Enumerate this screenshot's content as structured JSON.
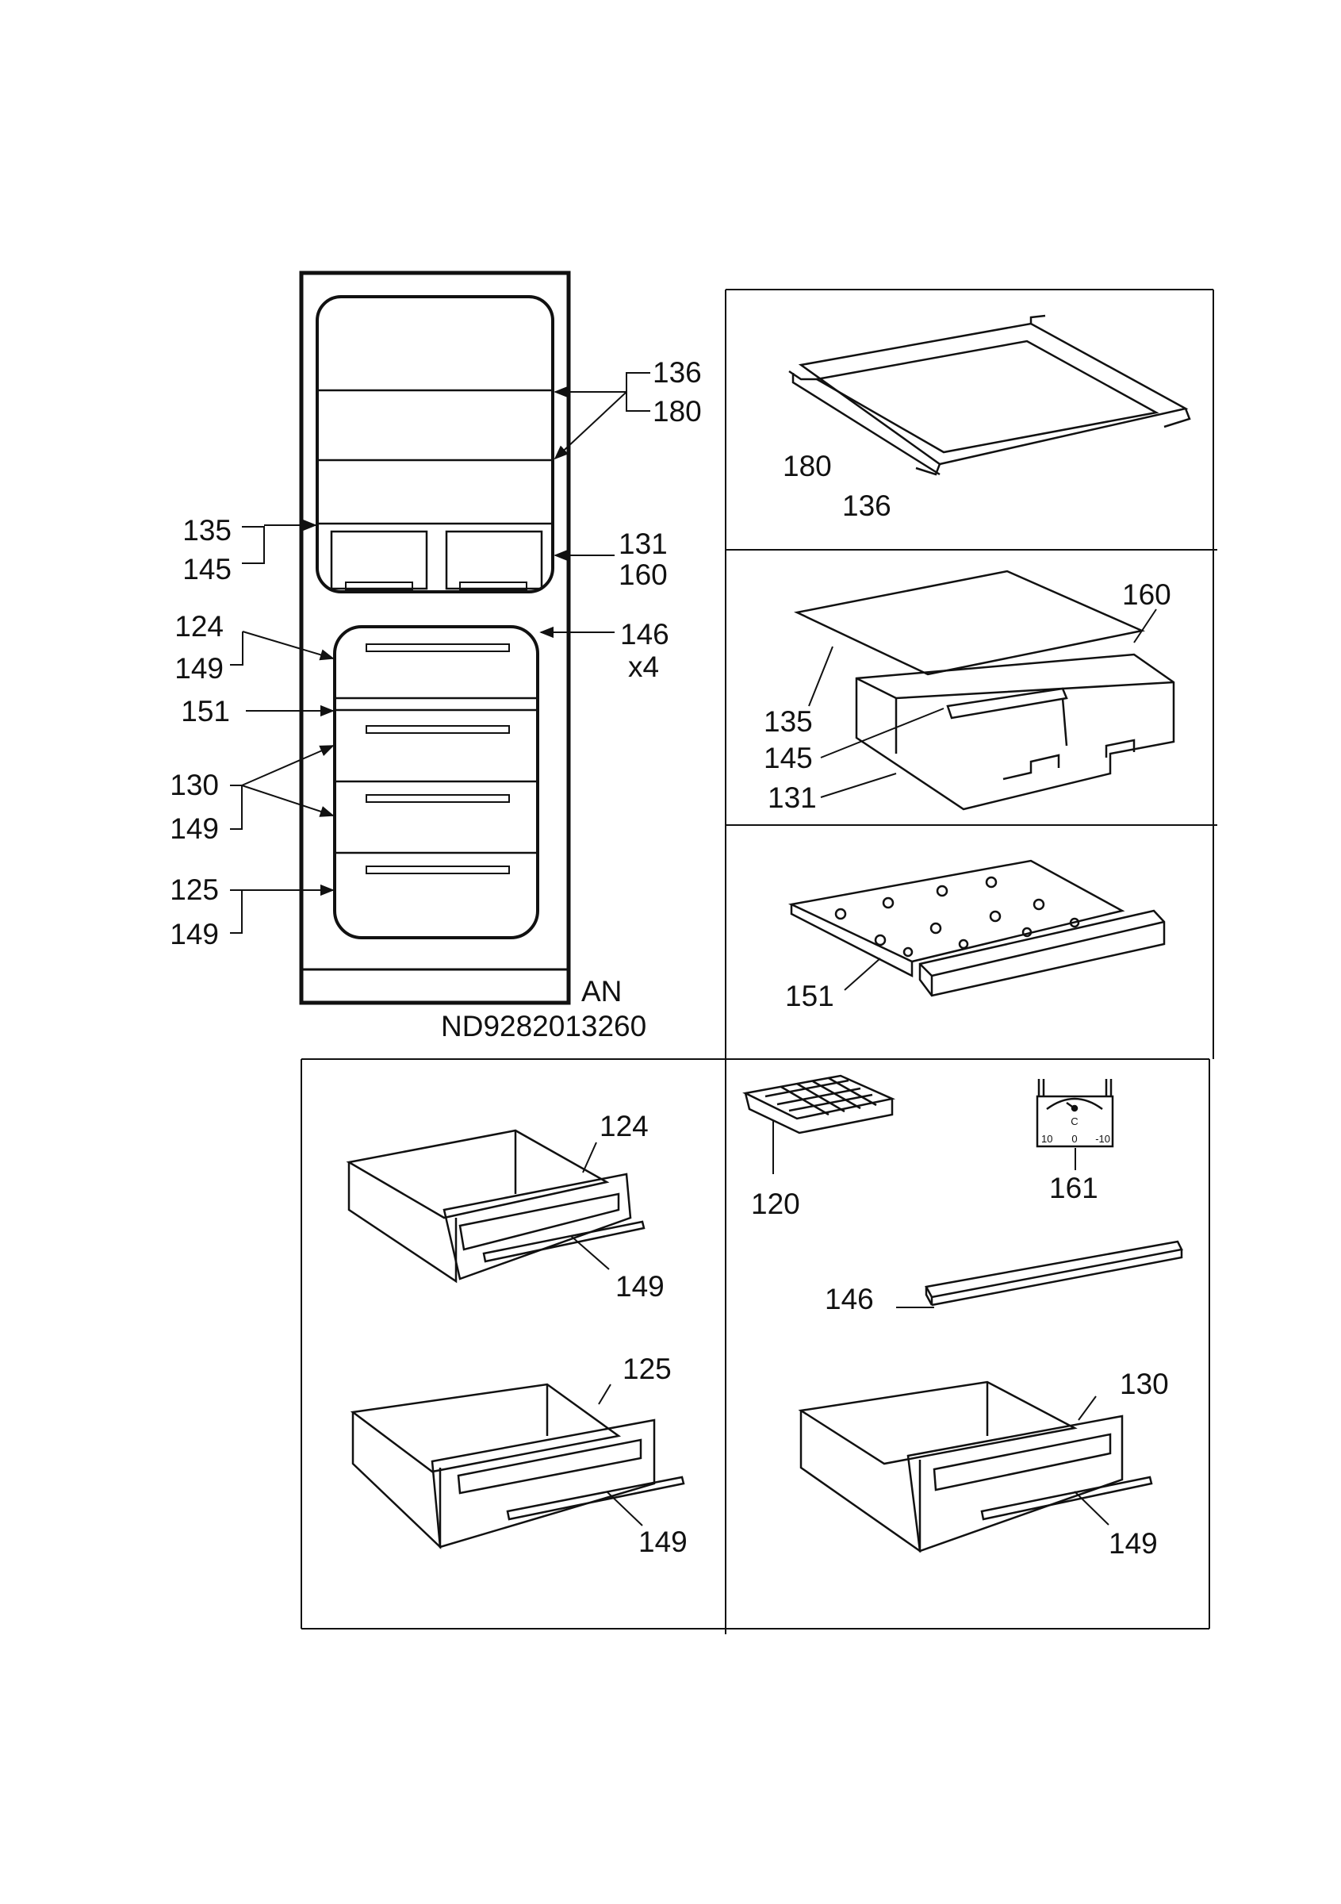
{
  "overview": {
    "model_code": "ND9282013260",
    "variant": "AN",
    "callouts": {
      "c136": "136",
      "c180": "180",
      "c135": "135",
      "c145": "145",
      "c131": "131",
      "c160": "160",
      "c124": "124",
      "c149a": "149",
      "c146": "146",
      "c146_qty": "x4",
      "c151": "151",
      "c130": "130",
      "c149b": "149",
      "c125": "125",
      "c149c": "149"
    }
  },
  "panels": {
    "shelf": {
      "p180": "180",
      "p136": "136"
    },
    "crisper": {
      "p160": "160",
      "p135": "135",
      "p145": "145",
      "p131": "131"
    },
    "cover_tray": {
      "p151": "151"
    },
    "drawer_124": {
      "p124": "124",
      "p149": "149"
    },
    "drawer_125": {
      "p125": "125",
      "p149": "149"
    },
    "accessories": {
      "p120": "120",
      "p161": "161",
      "dial_c": "C",
      "dial_left": "10",
      "dial_mid": "0",
      "dial_right": "-10",
      "p146": "146"
    },
    "drawer_130": {
      "p130": "130",
      "p149": "149"
    }
  }
}
